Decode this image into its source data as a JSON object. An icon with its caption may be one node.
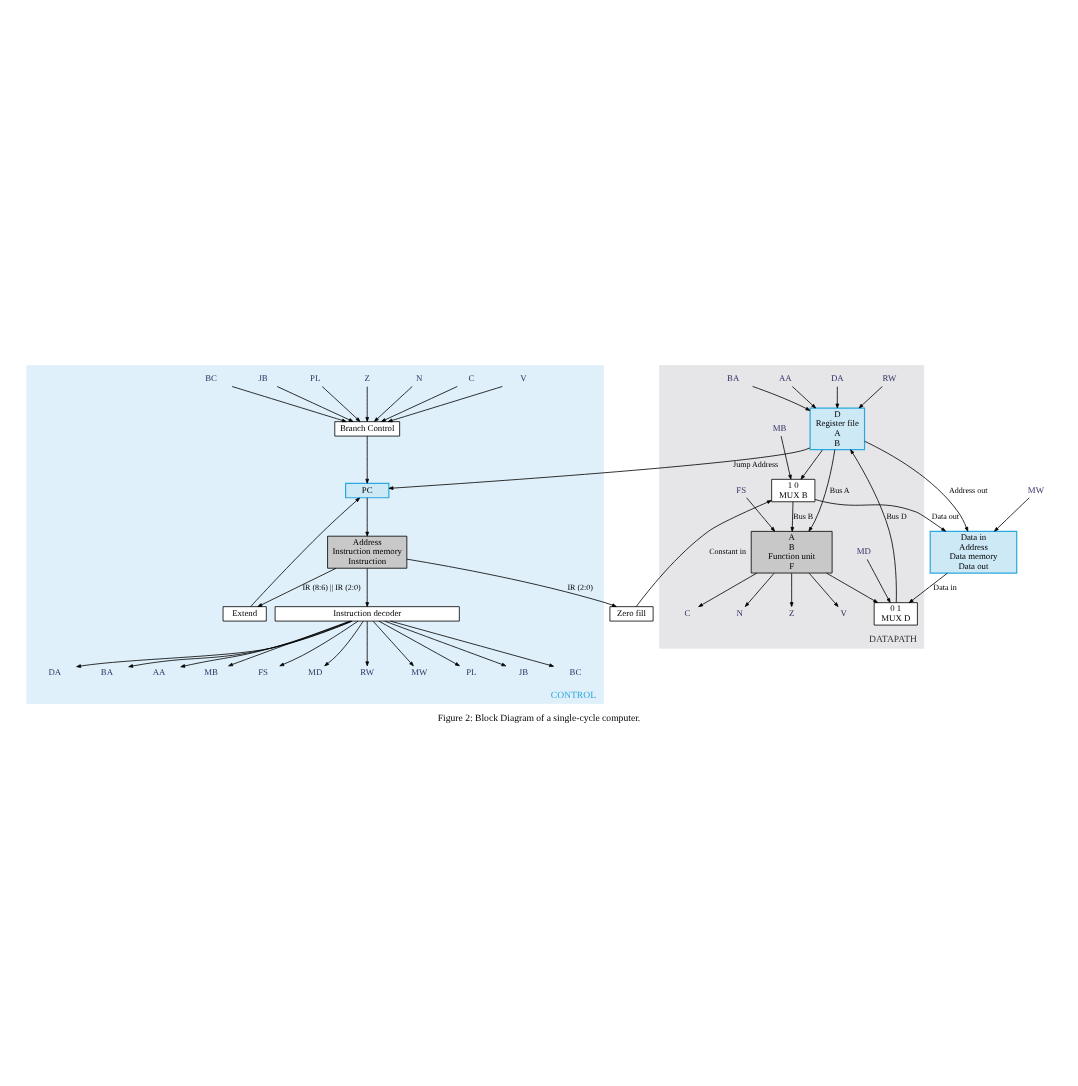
{
  "diagram": {
    "caption": "Figure 2: Block Diagram of a single-cycle computer.",
    "nodes": [
      {
        "text": [
          "CONTROL"
        ]
      },
      {
        "text": [
          "Branch Control"
        ],
        "in": 0
      },
      {
        "text": [
          "PC"
        ],
        "in": 0
      },
      {
        "text": [
          "Extend"
        ],
        "in": 0
      },
      {
        "text": [
          "Address",
          "Instruction memory",
          "Instruction"
        ],
        "in": 0
      },
      {
        "text": [
          "Zero fill"
        ]
      },
      {
        "text": [
          "Instruction decoder"
        ],
        "in": 0
      },
      {
        "text": [
          "DATAPATH"
        ]
      },
      {
        "text": [
          "D",
          "Register file",
          "A",
          "B"
        ],
        "in": 7
      },
      {
        "text": [
          "1 0",
          "MUX B"
        ],
        "in": 7
      },
      {
        "text": [
          "A",
          "B",
          "Function unit",
          "F"
        ],
        "in": 7
      },
      {
        "text": [
          "0 1",
          "MUX D"
        ],
        "in": 7
      },
      {
        "text": [
          "Data in",
          "Address",
          "Data memory",
          "Data out"
        ]
      },
      {
        "text": [
          "V"
        ],
        "in": 0
      },
      {
        "text": [
          "C"
        ],
        "in": 0
      },
      {
        "text": [
          "N"
        ],
        "in": 0
      },
      {
        "text": [
          "Z"
        ],
        "in": 0
      },
      {
        "text": [
          "PL"
        ],
        "in": 0
      },
      {
        "text": [
          "JB"
        ],
        "in": 0
      },
      {
        "text": [
          "BC"
        ],
        "in": 0
      },
      {
        "text": [
          "DA"
        ],
        "in": 0
      },
      {
        "text": [
          "BA"
        ],
        "in": 0
      },
      {
        "text": [
          "AA"
        ],
        "in": 0
      },
      {
        "text": [
          "MB"
        ],
        "in": 0
      },
      {
        "text": [
          "FS"
        ],
        "in": 0
      },
      {
        "text": [
          "MD"
        ],
        "in": 0
      },
      {
        "text": [
          "RW"
        ],
        "in": 0
      },
      {
        "text": [
          "MW"
        ],
        "in": 0
      },
      {
        "text": [
          "PL"
        ],
        "in": 0
      },
      {
        "text": [
          "JB"
        ],
        "in": 0
      },
      {
        "text": [
          "BC"
        ],
        "in": 0
      },
      {
        "text": [
          "RW"
        ],
        "in": 7
      },
      {
        "text": [
          "DA"
        ],
        "in": 7
      },
      {
        "text": [
          "AA"
        ],
        "in": 7
      },
      {
        "text": [
          "BA"
        ],
        "in": 7
      },
      {
        "text": [
          "MB"
        ],
        "in": 7
      },
      {
        "text": [
          "FS"
        ],
        "in": 7
      },
      {
        "text": [
          "V"
        ],
        "in": 7
      },
      {
        "text": [
          "C"
        ],
        "in": 7
      },
      {
        "text": [
          "N"
        ],
        "in": 7
      },
      {
        "text": [
          "Z"
        ],
        "in": 7
      },
      {
        "text": [
          "MD"
        ],
        "in": 7
      },
      {
        "text": [
          "MW"
        ]
      }
    ],
    "edges": [
      {
        "from": 13,
        "to": 1,
        "arrow": "to"
      },
      {
        "from": 14,
        "to": 1,
        "arrow": "to"
      },
      {
        "from": 15,
        "to": 1,
        "arrow": "to"
      },
      {
        "from": 16,
        "to": 1,
        "arrow": "to"
      },
      {
        "from": 17,
        "to": 1,
        "arrow": "to"
      },
      {
        "from": 18,
        "to": 1,
        "arrow": "to"
      },
      {
        "from": 19,
        "to": 1,
        "arrow": "to"
      },
      {
        "from": 1,
        "to": 2,
        "arrow": "to"
      },
      {
        "from": 3,
        "to": 2,
        "arrow": "to"
      },
      {
        "from": 8,
        "to": 2,
        "arrow": "to",
        "label": "Jump Address"
      },
      {
        "from": 2,
        "to": 4,
        "arrow": "to"
      },
      {
        "from": 4,
        "to": 3,
        "arrow": "to",
        "label": "IR (8:6) || IR (2:0)"
      },
      {
        "from": 4,
        "to": 5,
        "arrow": "to",
        "label": "IR (2:0)"
      },
      {
        "from": 4,
        "to": 6,
        "arrow": "to"
      },
      {
        "from": 6,
        "to": 20,
        "arrow": "to"
      },
      {
        "from": 6,
        "to": 21,
        "arrow": "to"
      },
      {
        "from": 6,
        "to": 22,
        "arrow": "to"
      },
      {
        "from": 6,
        "to": 23,
        "arrow": "to"
      },
      {
        "from": 6,
        "to": 24,
        "arrow": "to"
      },
      {
        "from": 6,
        "to": 25,
        "arrow": "to"
      },
      {
        "from": 6,
        "to": 26,
        "arrow": "to"
      },
      {
        "from": 6,
        "to": 27,
        "arrow": "to"
      },
      {
        "from": 6,
        "to": 28,
        "arrow": "to"
      },
      {
        "from": 6,
        "to": 29,
        "arrow": "to"
      },
      {
        "from": 6,
        "to": 30,
        "arrow": "to"
      },
      {
        "from": 31,
        "to": 8,
        "arrow": "to"
      },
      {
        "from": 32,
        "to": 8,
        "arrow": "to"
      },
      {
        "from": 33,
        "to": 8,
        "arrow": "to"
      },
      {
        "from": 34,
        "to": 8,
        "arrow": "to"
      },
      {
        "from": 5,
        "to": 9,
        "arrow": "to",
        "label": "Constant in"
      },
      {
        "from": 8,
        "to": 9,
        "arrow": "to"
      },
      {
        "from": 35,
        "to": 9,
        "arrow": "to"
      },
      {
        "from": 8,
        "to": 10,
        "arrow": "to",
        "label": "Bus A"
      },
      {
        "from": 8,
        "to": 12,
        "arrow": "to",
        "label": "Address out"
      },
      {
        "from": 9,
        "to": 10,
        "arrow": "to",
        "label": "Bus B"
      },
      {
        "from": 9,
        "to": 12,
        "arrow": "to",
        "label": "Data out"
      },
      {
        "from": 42,
        "to": 12,
        "arrow": "to"
      },
      {
        "from": 36,
        "to": 10,
        "arrow": "to"
      },
      {
        "from": 10,
        "to": 37,
        "arrow": "to"
      },
      {
        "from": 10,
        "to": 38,
        "arrow": "to"
      },
      {
        "from": 10,
        "to": 39,
        "arrow": "to"
      },
      {
        "from": 10,
        "to": 40,
        "arrow": "to"
      },
      {
        "from": 10,
        "to": 11,
        "arrow": "to"
      },
      {
        "from": 12,
        "to": 11,
        "arrow": "to",
        "label": "Data in"
      },
      {
        "from": 41,
        "to": 11,
        "arrow": "to"
      },
      {
        "from": 11,
        "to": 8,
        "arrow": "to",
        "label": "Bus D"
      }
    ]
  }
}
